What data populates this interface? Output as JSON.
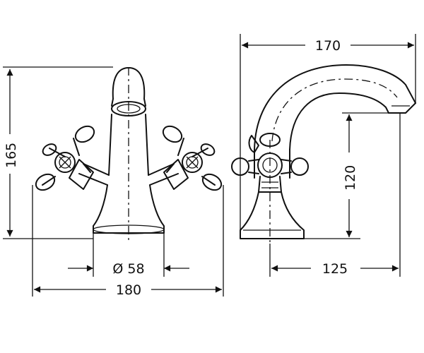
{
  "dimensions": {
    "height_left": "165",
    "base_diameter": "Ø 58",
    "width_front": "180",
    "depth_top": "170",
    "spout_height": "120",
    "spout_reach": "125"
  }
}
